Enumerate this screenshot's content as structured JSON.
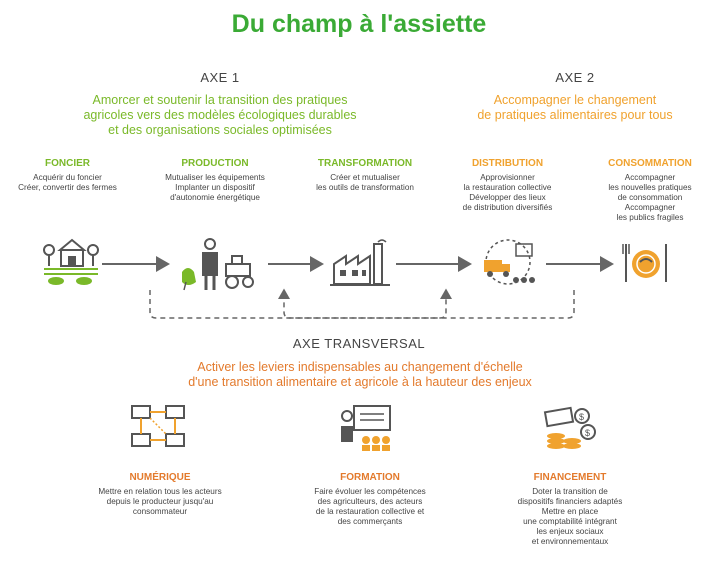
{
  "title": "Du champ à l'assiette",
  "axe1": {
    "label": "AXE 1",
    "subtitle": [
      "Amorcer et soutenir la transition des pratiques",
      "agricoles vers des modèles écologiques durables",
      "et des organisations sociales optimisées"
    ]
  },
  "axe2": {
    "label": "AXE 2",
    "subtitle": [
      "Accompagner le changement",
      "de pratiques alimentaires pour tous"
    ]
  },
  "stages": [
    {
      "title": "FONCIER",
      "desc": [
        "Acquérir du foncier",
        "Créer, convertir des fermes"
      ]
    },
    {
      "title": "PRODUCTION",
      "desc": [
        "Mutualiser les équipements",
        "Implanter un dispositif",
        "d'autonomie énergétique"
      ]
    },
    {
      "title": "TRANSFORMATION",
      "desc": [
        "Créer et mutualiser",
        "les outils de transformation"
      ]
    },
    {
      "title": "DISTRIBUTION",
      "desc": [
        "Approvisionner",
        "la restauration collective",
        "Développer des lieux",
        "de distribution diversifiés"
      ]
    },
    {
      "title": "CONSOMMATION",
      "desc": [
        "Accompagner",
        "les nouvelles pratiques",
        "de consommation",
        "Accompagner",
        "les publics fragiles"
      ]
    }
  ],
  "axe_transversal": {
    "label": "AXE TRANSVERSAL",
    "subtitle": [
      "Activer les leviers indispensables au changement d'échelle",
      "d'une transition alimentaire et agricole à la hauteur des enjeux"
    ]
  },
  "levers": [
    {
      "title": "NUMÉRIQUE",
      "desc": [
        "Mettre en relation tous les acteurs",
        "depuis le producteur jusqu'au",
        "consommateur"
      ]
    },
    {
      "title": "FORMATION",
      "desc": [
        "Faire évoluer les compétences",
        "des agriculteurs, des acteurs",
        "de la restauration collective et",
        "des commerçants"
      ]
    },
    {
      "title": "FINANCEMENT",
      "desc": [
        "Doter la transition de",
        "dispositifs financiers adaptés",
        "Mettre en place",
        "une comptabilité intégrant",
        "les enjeux sociaux",
        "et environnementaux"
      ]
    }
  ],
  "colors": {
    "green": "#7ab929",
    "title_green": "#3aaa35",
    "orange": "#f0a22e",
    "dark_orange": "#e37a2c",
    "gray": "#555555"
  }
}
